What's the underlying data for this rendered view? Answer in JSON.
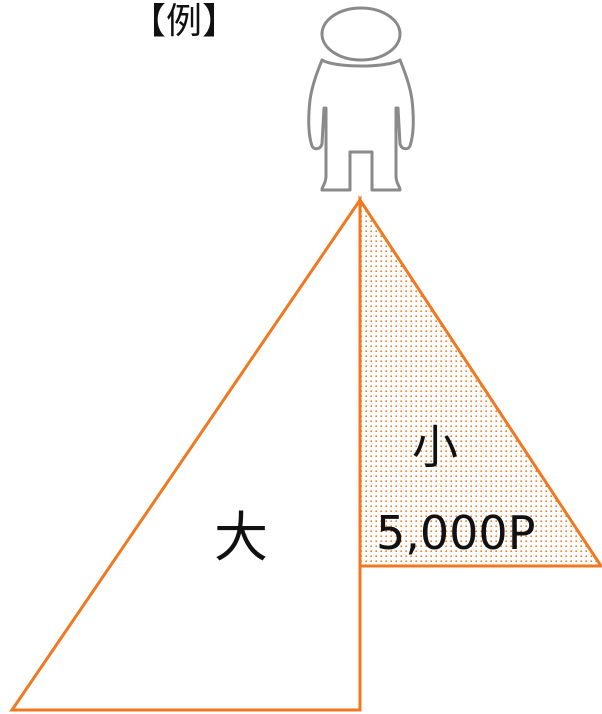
{
  "header": {
    "example_label": "【例】"
  },
  "diagram": {
    "large_label": "大",
    "small_label": "小",
    "small_points": "5,000P"
  },
  "colors": {
    "outline": "#f07820",
    "dots": "#f07820",
    "person_stroke": "#8a8a8a",
    "text": "#111111"
  },
  "icons": {
    "person": "person-icon"
  }
}
